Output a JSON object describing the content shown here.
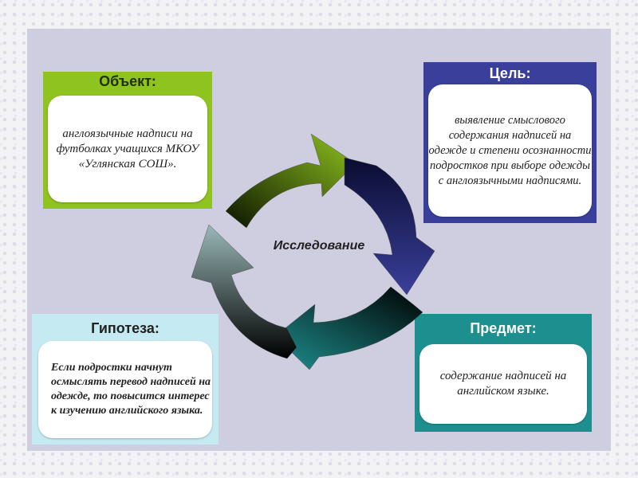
{
  "object": {
    "title": "Объект:",
    "text": "англоязычные надписи на футболках учащихся МКОУ «Углянская СОШ»."
  },
  "goal": {
    "title": "Цель:",
    "text": "выявление смыслового содержания надписей на одежде и степени осознанности подростков при выборе одежды с англоязычными надписями."
  },
  "hypothesis": {
    "title": "Гипотеза:",
    "text": "Если подростки начнут осмыслять перевод надписей на одежде, то повысится интерес к изучению английского языка."
  },
  "subject": {
    "title": "Предмет:",
    "text": "содержание надписей на английском языке."
  },
  "center": {
    "label": "Исследование"
  },
  "colors": {
    "object": "#8fc31f",
    "goal": "#3a3f9b",
    "hypothesis": "#c6eaf1",
    "subject": "#1e8f8f",
    "slide": "#cfcde0"
  }
}
